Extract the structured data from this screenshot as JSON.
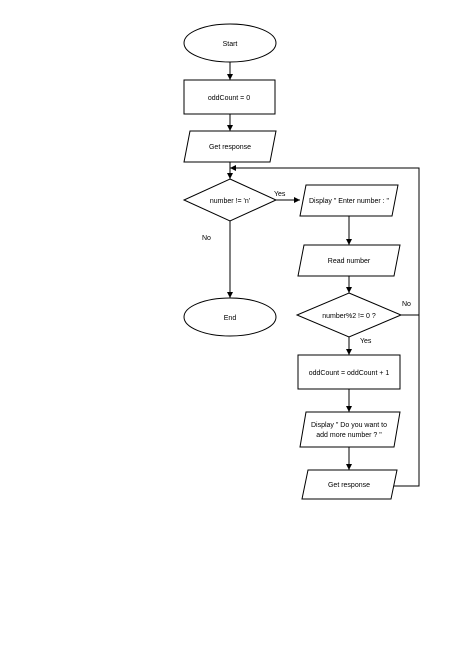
{
  "nodes": {
    "start": "Start",
    "init": "oddCount = 0",
    "get_response_1": "Get response",
    "loop_condition": "number != 'n'",
    "display_enter": "Display \" Enter number : \"",
    "read_number": "Read number",
    "odd_condition": "number%2 != 0 ?",
    "increment": "oddCount = oddCount + 1",
    "display_more_line1": "Display \"   Do you want to",
    "display_more_line2": "add more number ? \"",
    "get_response_2": "Get response",
    "end": "End"
  },
  "edges": {
    "loop_yes": "Yes",
    "loop_no": "No",
    "odd_yes": "Yes",
    "odd_no": "No"
  },
  "colors": {
    "stroke": "#000000",
    "fill": "#ffffff"
  }
}
